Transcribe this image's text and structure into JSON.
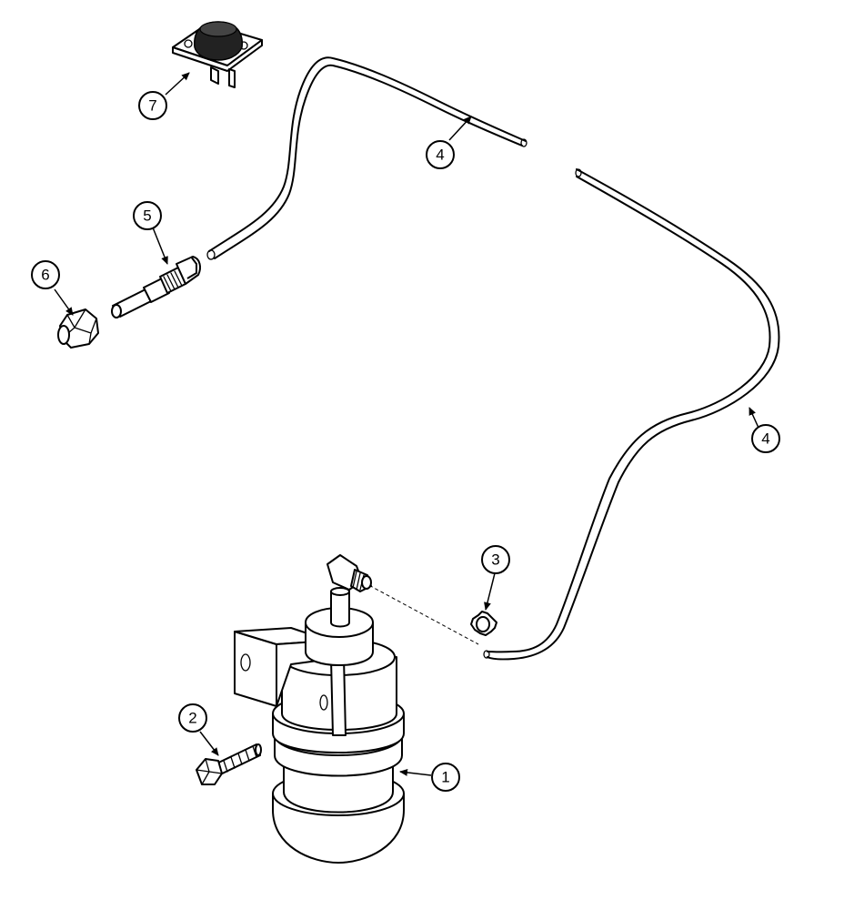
{
  "callouts": {
    "c1": "1",
    "c2": "2",
    "c3": "3",
    "c4a": "4",
    "c4b": "4",
    "c5": "5",
    "c6": "6",
    "c7": "7"
  }
}
